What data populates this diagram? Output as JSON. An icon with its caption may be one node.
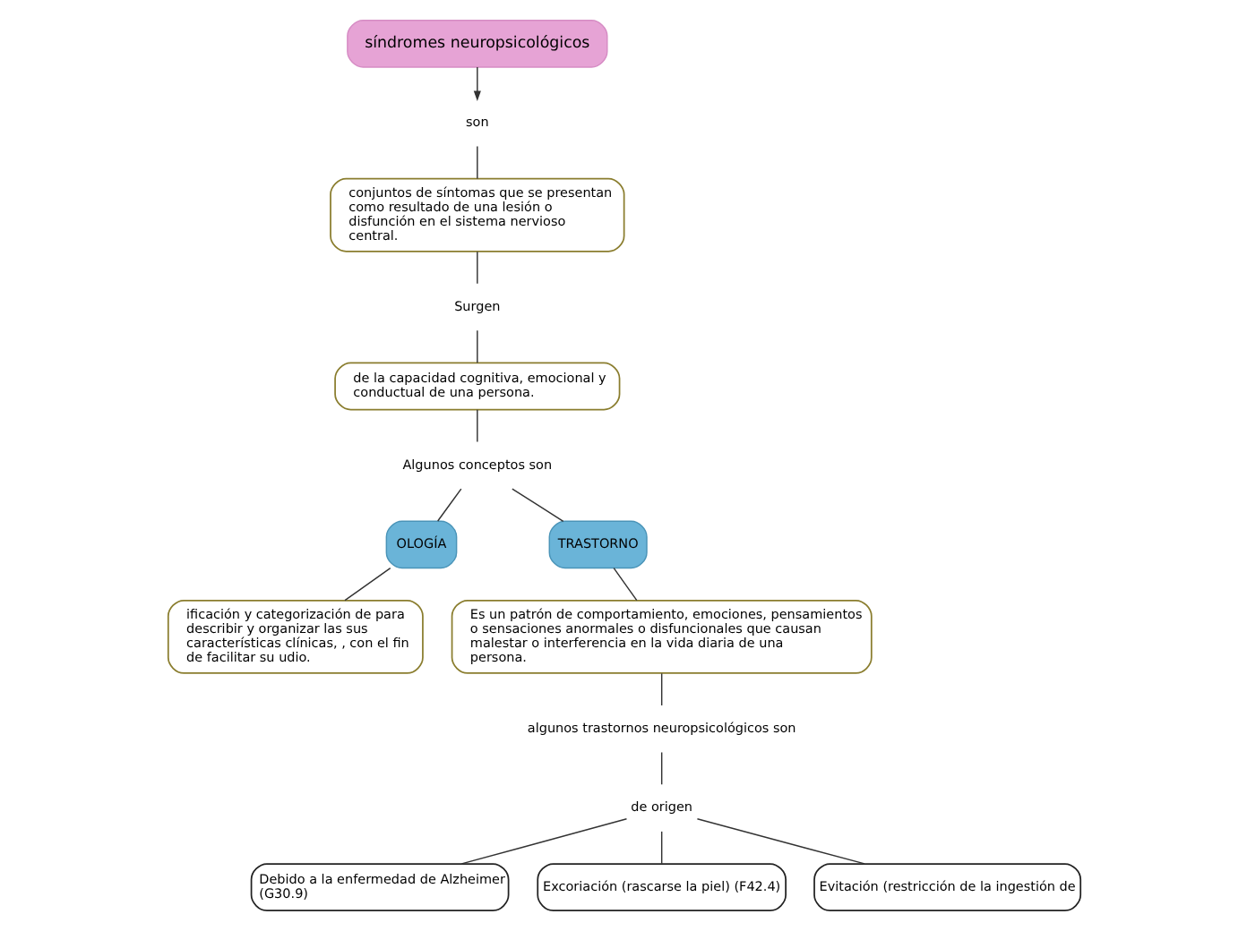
{
  "diagram": {
    "nodes": [
      {
        "text": [
          "síndromes neuropsicológicos"
        ]
      },
      {
        "text": [
          "son"
        ]
      },
      {
        "text": [
          "conjuntos de síntomas que se presentan como resultado de una lesión o disfunción en el sistema nervioso central."
        ]
      },
      {
        "text": [
          "Surgen"
        ]
      },
      {
        "text": [
          "de la capacidad cognitiva, emocional y conductual de una persona."
        ]
      },
      {
        "text": [
          "Algunos conceptos son"
        ]
      },
      {
        "text": [
          "OLOGÍA"
        ]
      },
      {
        "text": [
          "ificación y categorización de para describir y organizar las sus características clínicas, , con el fin de facilitar su udio."
        ]
      },
      {
        "text": [
          "TRASTORNO"
        ]
      },
      {
        "text": [
          "Es un patrón de comportamiento, emociones, pensamientos o sensaciones anormales o disfuncionales que causan malestar o interferencia en la vida diaria de una persona."
        ]
      },
      {
        "text": [
          "algunos trastornos neuropsicológicos son"
        ]
      },
      {
        "text": [
          "de origen"
        ]
      },
      {
        "text": [
          "Debido a la enfermedad de Alzheimer (G30.9)"
        ]
      },
      {
        "text": [
          "Excoriación (rascarse la piel) (F42.4)"
        ]
      },
      {
        "text": [
          "Evitación (restricción de la ingestión de"
        ]
      }
    ],
    "edges": [
      {
        "from": 0,
        "to": 1,
        "arrow": "to"
      },
      {
        "from": 1,
        "to": 2,
        "arrow": "none"
      },
      {
        "from": 2,
        "to": 3,
        "arrow": "none"
      },
      {
        "from": 3,
        "to": 4,
        "arrow": "none"
      },
      {
        "from": 4,
        "to": 5,
        "arrow": "none"
      },
      {
        "from": 5,
        "to": 6,
        "arrow": "none"
      },
      {
        "from": 5,
        "to": 8,
        "arrow": "none"
      },
      {
        "from": 6,
        "to": 7,
        "arrow": "none"
      },
      {
        "from": 8,
        "to": 9,
        "arrow": "none"
      },
      {
        "from": 9,
        "to": 10,
        "arrow": "none"
      },
      {
        "from": 10,
        "to": 11,
        "arrow": "none"
      },
      {
        "from": 11,
        "to": 12,
        "arrow": "none"
      },
      {
        "from": 11,
        "to": 13,
        "arrow": "none"
      },
      {
        "from": 11,
        "to": 14,
        "arrow": "none"
      }
    ]
  }
}
